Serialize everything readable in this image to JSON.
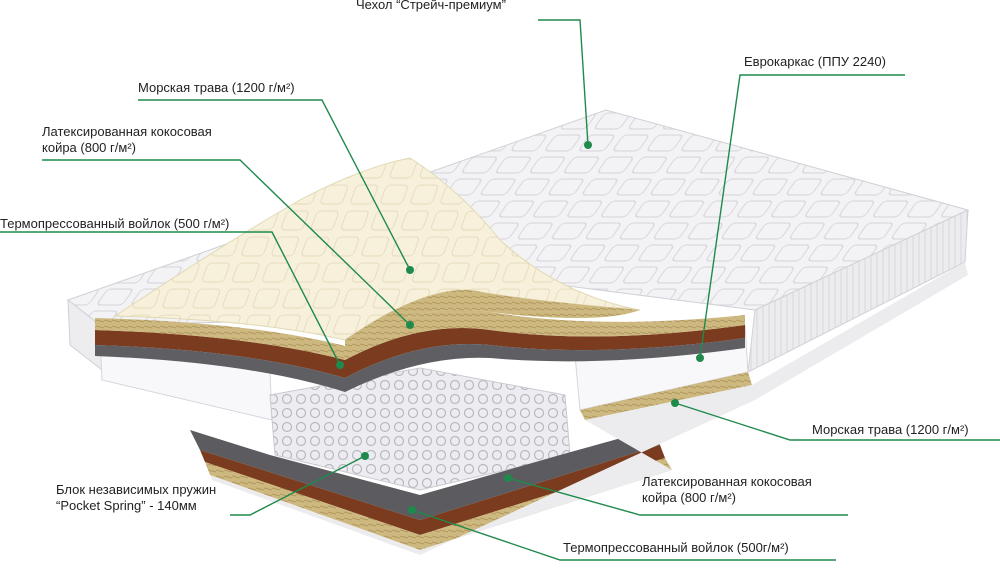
{
  "labels": {
    "cover": "Чехол “Стрейч-премиум”",
    "euroframe": "Еврокаркас (ППУ 2240)",
    "seaweed_top": "Морская трава (1200 г/м²)",
    "coir_top_line1": "Латексированная кокосовая",
    "coir_top_line2": "койра (800 г/м²)",
    "felt_top": "Термопрессованный войлок (500 г/м²)",
    "seaweed_bottom": "Морская трава (1200 г/м²)",
    "springs_line1": "Блок независимых пружин",
    "springs_line2": "“Pocket Spring” - 140мм",
    "coir_bottom_line1": "Латексированная кокосовая",
    "coir_bottom_line2": "койра (800 г/м²)",
    "felt_bottom": "Термопрессованный войлок (500г/м²)"
  },
  "colors": {
    "leader": "#1f8a4c",
    "dot": "#1f8a4c",
    "cover": "#f2f2f4",
    "quilt": "#dcdce2",
    "latex": "#f6f0d8",
    "coir": "#7a3b1f",
    "seaweed": "#c9b27a",
    "felt": "#5a5a5e",
    "spring": "#e9e9ee"
  }
}
